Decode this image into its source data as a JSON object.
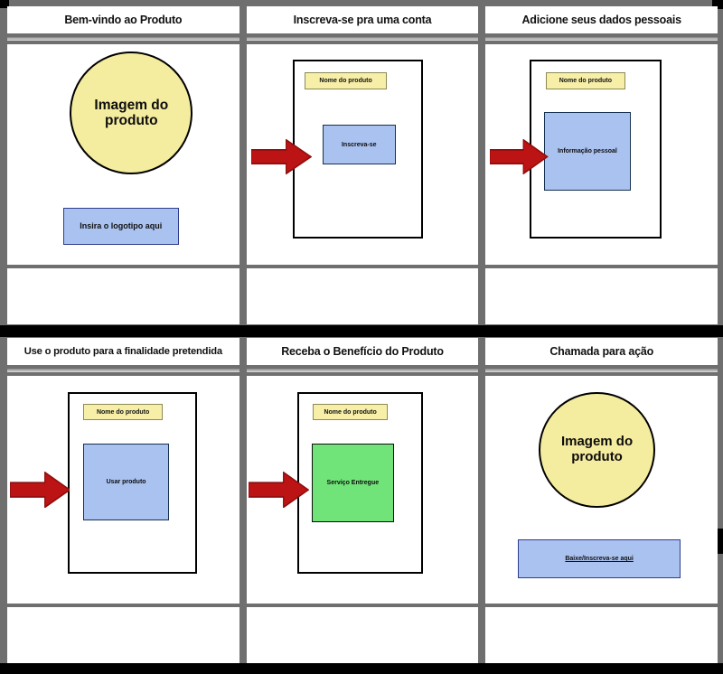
{
  "document": {
    "type": "storyboard",
    "language": "pt-BR",
    "rows": 2,
    "columns": 3
  },
  "colors": {
    "sheet_background": "#6f6f6f",
    "panel_background": "#ffffff",
    "circle_yellow": "#f4ec9e",
    "box_blue": "#aac2f0",
    "box_green": "#70e478",
    "name_bar_yellow": "#f7efa8",
    "arrow_red": "#bc1414",
    "arrow_red_dark": "#8f0d0d",
    "outline_black": "#000000",
    "rule_gray": "#b4b4b4"
  },
  "panels": [
    {
      "id": "panel-1",
      "title": "Bem-vindo ao Produto",
      "scene": "welcome",
      "circle_text": "Imagem do produto",
      "logo_text": "Insira o logotipo aqui",
      "caption": ""
    },
    {
      "id": "panel-2",
      "title": "Inscreva-se pra uma conta",
      "scene": "device",
      "name_bar_text": "Nome do produto",
      "content_text": "Inscreva-se",
      "content_color": "blue",
      "has_arrow": true,
      "caption": ""
    },
    {
      "id": "panel-3",
      "title": "Adicione seus dados pessoais",
      "scene": "device",
      "name_bar_text": "Nome do produto",
      "content_text": "Informação pessoal",
      "content_color": "blue",
      "has_arrow": true,
      "caption": ""
    },
    {
      "id": "panel-4",
      "title": "Use o produto para a finalidade pretendida",
      "scene": "device",
      "name_bar_text": "Nome do produto",
      "content_text": "Usar produto",
      "content_color": "blue",
      "has_arrow": true,
      "caption": ""
    },
    {
      "id": "panel-5",
      "title": "Receba o Benefício do Produto",
      "scene": "device",
      "name_bar_text": "Nome do produto",
      "content_text": "Serviço Entregue",
      "content_color": "green",
      "has_arrow": true,
      "caption": ""
    },
    {
      "id": "panel-6",
      "title": "Chamada para ação",
      "scene": "cta",
      "circle_text": "Imagem do produto",
      "cta_text": "Baixe/Inscreva-se aqui",
      "caption": ""
    }
  ]
}
